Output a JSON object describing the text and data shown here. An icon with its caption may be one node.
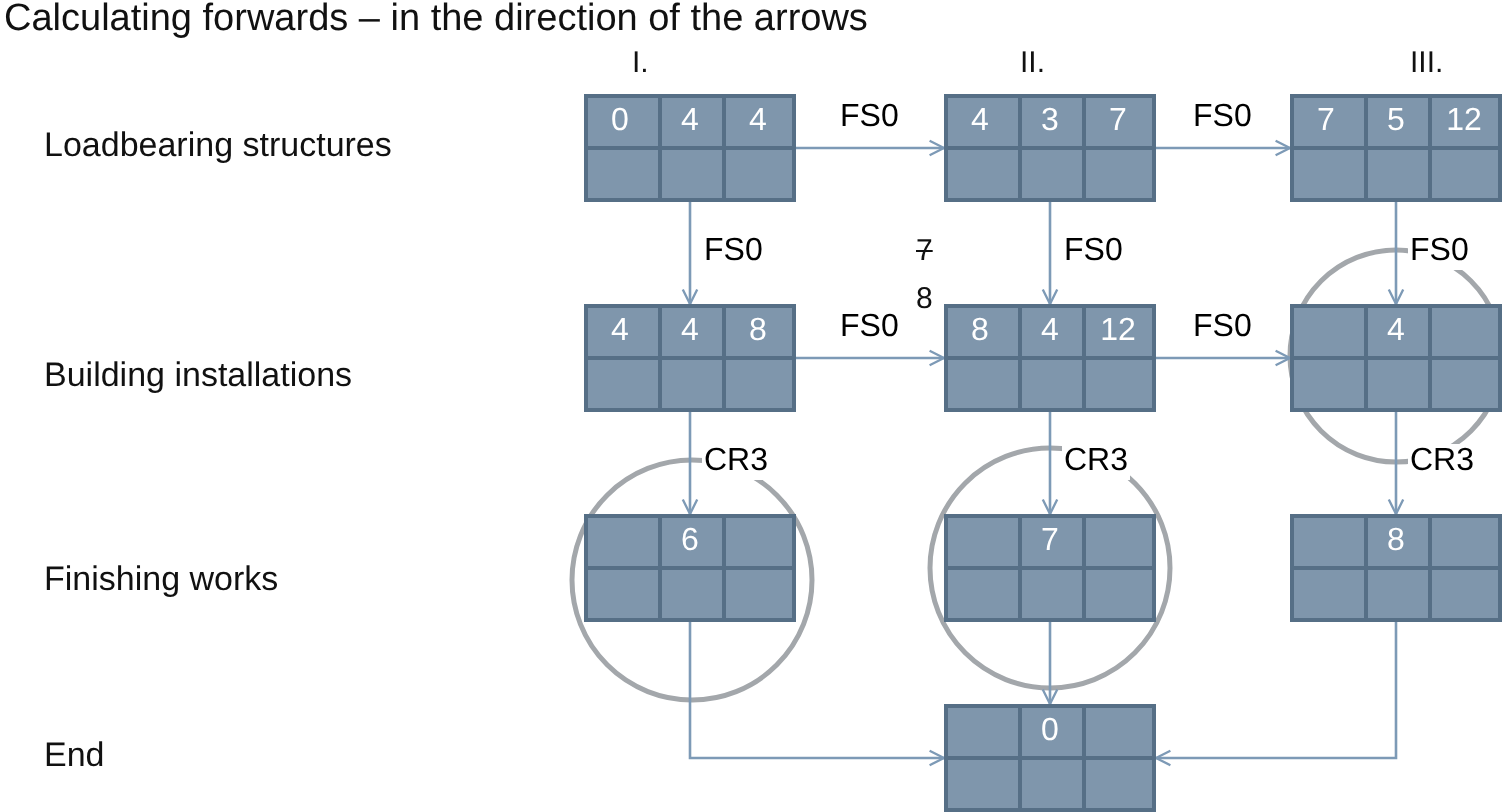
{
  "diagram": {
    "title": "Calculating forwards – in the direction of the arrows",
    "nodes": [
      {
        "text": [
          "0",
          "4",
          "4"
        ]
      },
      {
        "text": [
          "4",
          "3",
          "7"
        ]
      },
      {
        "text": [
          "7",
          "5",
          "12"
        ]
      },
      {
        "text": [
          "4",
          "4",
          "8"
        ]
      },
      {
        "text": [
          "8",
          "4",
          "12"
        ]
      },
      {
        "text": [
          "4"
        ]
      },
      {
        "text": [
          "6"
        ]
      },
      {
        "text": [
          "7"
        ]
      },
      {
        "text": [
          "8"
        ]
      },
      {
        "text": [
          "0"
        ]
      }
    ],
    "edges": [
      {
        "from": 0,
        "to": 1,
        "arrow": "to",
        "label": "FS0"
      },
      {
        "from": 1,
        "to": 2,
        "arrow": "to",
        "label": "FS0"
      },
      {
        "from": 0,
        "to": 3,
        "arrow": "to",
        "label": "FS0"
      },
      {
        "from": 1,
        "to": 4,
        "arrow": "to",
        "label": "FS0"
      },
      {
        "from": 2,
        "to": 5,
        "arrow": "to",
        "label": "FS0"
      },
      {
        "from": 3,
        "to": 4,
        "arrow": "to",
        "label": "FS0"
      },
      {
        "from": 4,
        "to": 5,
        "arrow": "to",
        "label": "FS0"
      },
      {
        "from": 3,
        "to": 6,
        "arrow": "to",
        "label": "CR3"
      },
      {
        "from": 4,
        "to": 7,
        "arrow": "to",
        "label": "CR3"
      },
      {
        "from": 5,
        "to": 8,
        "arrow": "to",
        "label": "CR3"
      },
      {
        "from": 6,
        "to": 9,
        "arrow": "to"
      },
      {
        "from": 7,
        "to": 9,
        "arrow": "to"
      },
      {
        "from": 8,
        "to": 9,
        "arrow": "to"
      }
    ],
    "labels": [
      "I.",
      "II.",
      "III.",
      "Loadbearing structures",
      "7",
      "8",
      "Building installations",
      "Finishing works",
      "End"
    ]
  }
}
